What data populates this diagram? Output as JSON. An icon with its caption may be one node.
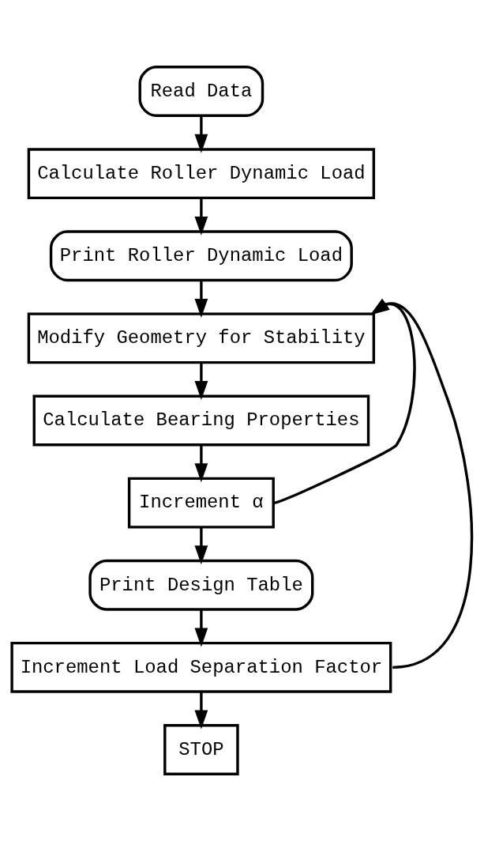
{
  "diagram": {
    "nodes": [
      {
        "text": [
          "Read Data"
        ]
      },
      {
        "text": [
          "Calculate Roller Dynamic Load"
        ]
      },
      {
        "text": [
          "Print Roller Dynamic Load"
        ]
      },
      {
        "text": [
          "Modify Geometry for Stability"
        ]
      },
      {
        "text": [
          "Calculate Bearing Properties"
        ]
      },
      {
        "text": [
          "Increment α"
        ]
      },
      {
        "text": [
          "Print Design Table"
        ]
      },
      {
        "text": [
          "Increment Load Separation Factor"
        ]
      },
      {
        "text": [
          "STOP"
        ]
      }
    ],
    "edges": [
      {
        "from": 0,
        "to": 1,
        "arrow": "to"
      },
      {
        "from": 1,
        "to": 2,
        "arrow": "to"
      },
      {
        "from": 2,
        "to": 3,
        "arrow": "to"
      },
      {
        "from": 3,
        "to": 4,
        "arrow": "to"
      },
      {
        "from": 4,
        "to": 5,
        "arrow": "to"
      },
      {
        "from": 5,
        "to": 3,
        "arrow": "to"
      },
      {
        "from": 5,
        "to": 6,
        "arrow": "to"
      },
      {
        "from": 6,
        "to": 7,
        "arrow": "to"
      },
      {
        "from": 7,
        "to": 3,
        "arrow": "to"
      },
      {
        "from": 7,
        "to": 8,
        "arrow": "to"
      }
    ]
  }
}
